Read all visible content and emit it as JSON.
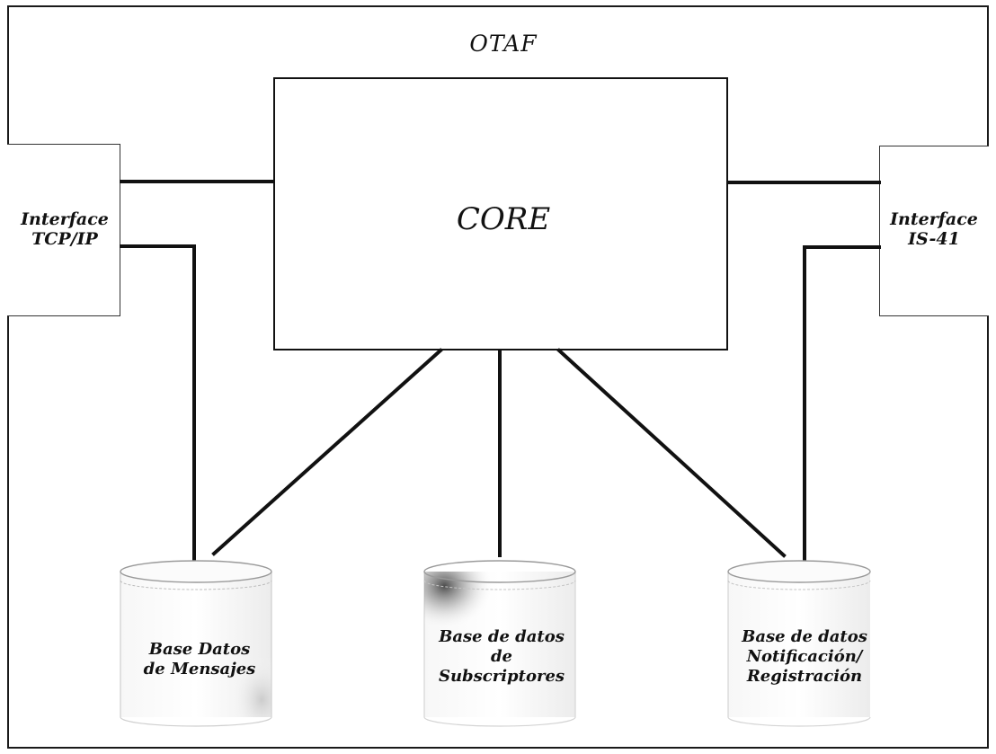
{
  "diagram": {
    "title": "OTAF",
    "core_label": "CORE",
    "interface_left": {
      "line1": "Interface",
      "line2": "TCP/IP"
    },
    "interface_right": {
      "line1": "Interface",
      "line2": "IS-41"
    },
    "databases": [
      {
        "line1": "Base Datos",
        "line2": "de Mensajes"
      },
      {
        "line1": "Base de datos",
        "line2": "de",
        "line3": "Subscriptores"
      },
      {
        "line1": "Base de datos",
        "line2": "Notificación/",
        "line3": "Registración"
      }
    ]
  }
}
